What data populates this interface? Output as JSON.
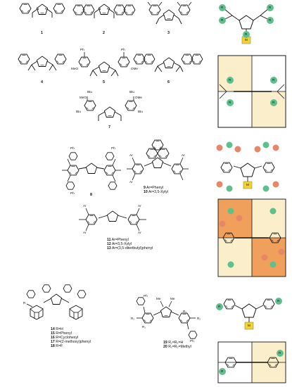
{
  "compounds": {
    "c1": "1",
    "c2": "2",
    "c3": "3",
    "c4": "4",
    "c5": "5",
    "c6": "6",
    "c7": "7",
    "c8": "8",
    "c9": "9",
    "c9_desc": "Ar=Phenyl",
    "c10": "10",
    "c10_desc": "Ar=3,5-Xylyl",
    "c11": "11",
    "c11_desc": "Ar=Phenyl",
    "c12": "12",
    "c12_desc": "Ar=3,5-Xylyl",
    "c13": "13",
    "c13_desc": "Ar=(3,5-ditertbutyl)phenyl",
    "c14": "14",
    "c14_desc": "R=H",
    "c15": "15",
    "c15_desc": "R=Phenyl",
    "c16": "16",
    "c16_desc": "R=Cyclohexyl",
    "c17": "17",
    "c17_desc": "R=(2-methoxy)phenyl",
    "c18": "18",
    "c18_desc": "R=F",
    "c19": "19",
    "c19_desc": "R₁=R₂=H",
    "c20": "20",
    "c20_desc": "R₁=R₂=Methyl"
  },
  "atoms": {
    "N": "N",
    "M": "M",
    "R": "R",
    "Ar": "Ar",
    "Ph": "Ph",
    "Me": "Me",
    "MeO": "MeO",
    "OMe": "OMe",
    "tBu": "tBu",
    "R1": "R₁",
    "R2": "R₂"
  },
  "colors": {
    "ligand_bubble": "#5ec08a",
    "substituent_bubble": "#e6876a",
    "metal": "#f2d23a",
    "light_quadrant": "#fbeecb",
    "dark_quadrant": "#f0a05a",
    "line": "#111111"
  }
}
